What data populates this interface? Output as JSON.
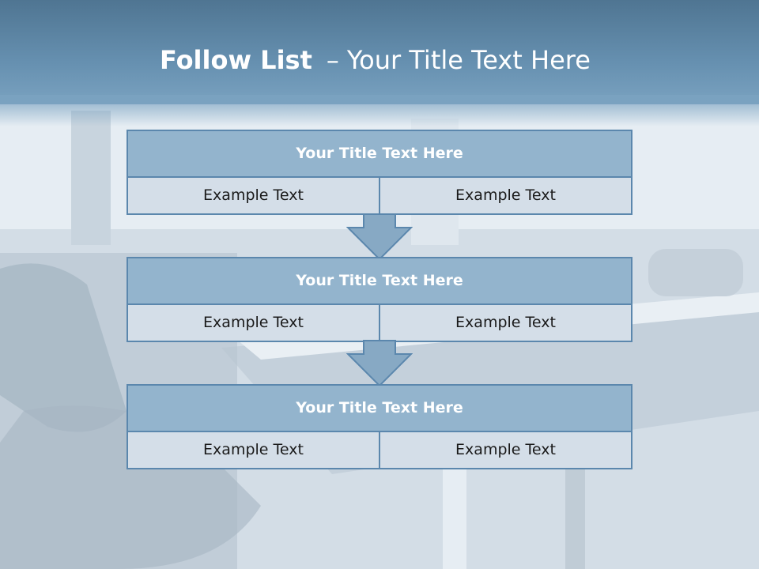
{
  "title": {
    "bold": "Follow List",
    "separator": "–",
    "rest": "Your Title Text Here"
  },
  "list": [
    {
      "title": "Your Title Text Here",
      "left": "Example Text",
      "right": "Example Text"
    },
    {
      "title": "Your Title Text Here",
      "left": "Example Text",
      "right": "Example Text"
    },
    {
      "title": "Your Title Text Here",
      "left": "Example Text",
      "right": "Example Text"
    }
  ],
  "colors": {
    "header": "#5f86a6",
    "box_title": "#93b4cd",
    "box_row": "#d4dee8",
    "border": "#5b87ad"
  }
}
